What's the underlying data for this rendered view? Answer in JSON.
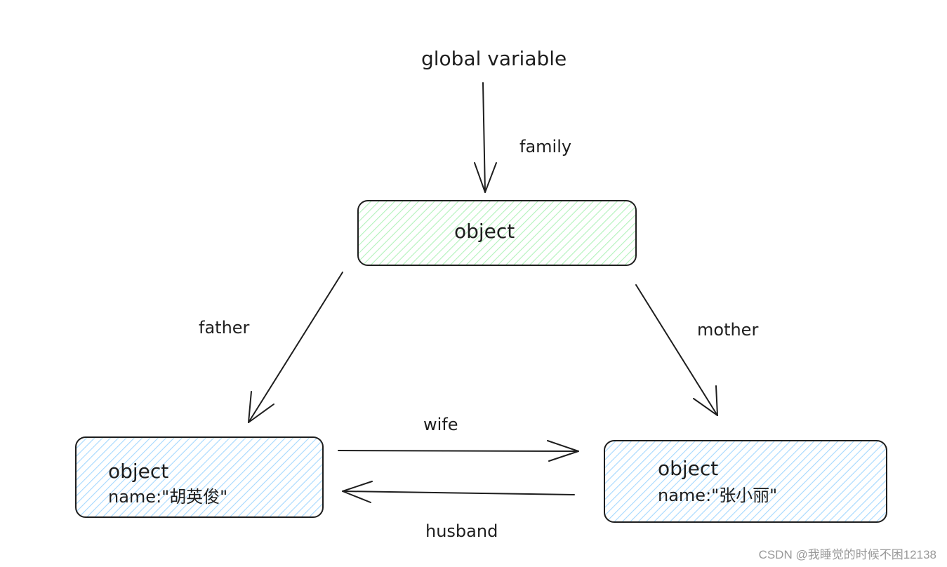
{
  "nodes": {
    "global": {
      "label": "global variable"
    },
    "family_object": {
      "label": "object",
      "fill": "#b2f2bb"
    },
    "father_object": {
      "label": "object",
      "name_line": "name:\"胡英俊\"",
      "fill": "#a5d8ff"
    },
    "mother_object": {
      "label": "object",
      "name_line": "name:\"张小丽\"",
      "fill": "#a5d8ff"
    }
  },
  "edges": {
    "family": {
      "label": "family"
    },
    "father": {
      "label": "father"
    },
    "mother": {
      "label": "mother"
    },
    "wife": {
      "label": "wife"
    },
    "husband": {
      "label": "husband"
    }
  },
  "watermark": {
    "text": "CSDN @我睡觉的时候不困12138"
  },
  "colors": {
    "stroke": "#1e1e1e",
    "green_fill": "#b2f2bb",
    "blue_fill": "#a5d8ff"
  }
}
